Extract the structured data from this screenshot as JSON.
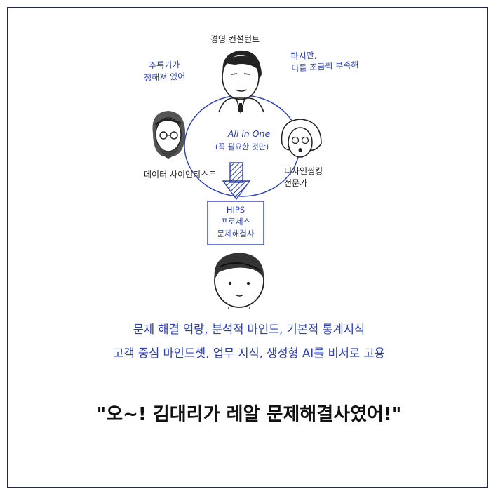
{
  "labels": {
    "management_consultant": "경영 컨설턴트",
    "data_scientist": "데이터 사이언티스트",
    "design_thinking_expert_line1": "디자인씽킹",
    "design_thinking_expert_line2": "전문가",
    "note_left_line1": "주특기가",
    "note_left_line2": "정해져 있어",
    "note_right_line1": "하지만,",
    "note_right_line2": "다들 조금씩 부족해",
    "center_title": "All in One",
    "center_sub": "(꼭 필요한 것만)",
    "hips_line1": "HIPS",
    "hips_line2": "프로세스",
    "hips_line3": "문제해결사"
  },
  "captions": {
    "line1": "문제 해결 역량, 분석적 마인드, 기본적 통계지식",
    "line2": "고객 중심 마인드셋, 업무 지식, 생성형 AI를 비서로 고용"
  },
  "quote": "\"오~! 김대리가 레알 문제해결사였어!\"",
  "colors": {
    "frame": "#1f2a44",
    "blue_ink": "#2b3fb8",
    "black_ink": "#222222"
  }
}
